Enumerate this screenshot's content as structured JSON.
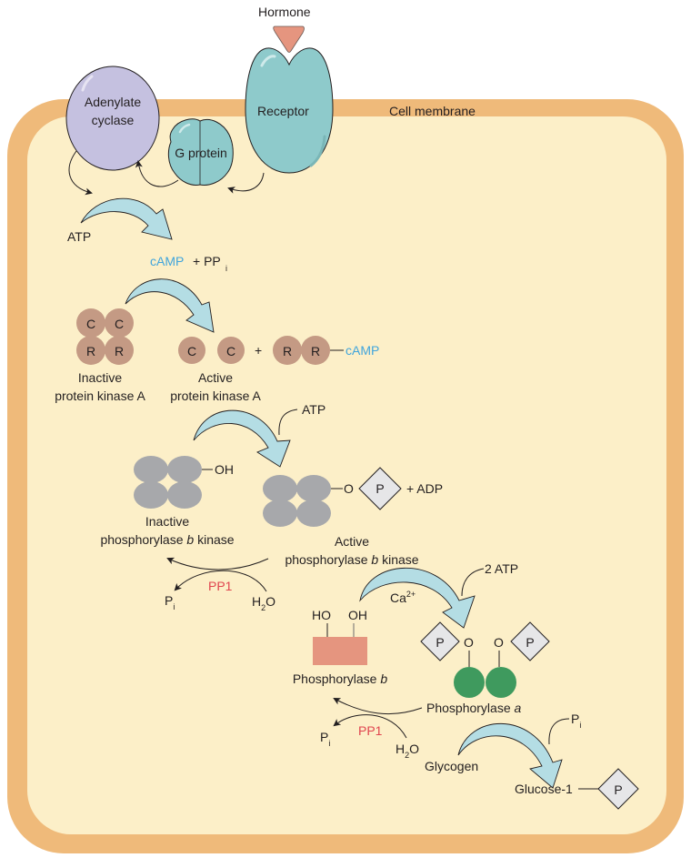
{
  "title": "Hormone-triggered glycogen breakdown signaling cascade",
  "colors": {
    "membrane": "#efba7a",
    "cytoplasm": "#fcefc8",
    "adenylate_cyclase": "#c5c1e0",
    "receptor": "#8ecacb",
    "hormone": "#e5957f",
    "pka_subunit": "#c49a84",
    "kinase_subunit": "#a7a8ab",
    "phosphorylase_b": "#e5957f",
    "phosphorylase_a": "#3f9a5e",
    "phosphate": "#e6e6e8",
    "reaction_arrow": "#b4dde4",
    "camp_text": "#41a5dc",
    "pp1_text": "#e0454f"
  },
  "labels": {
    "hormone": "Hormone",
    "receptor": "Receptor",
    "cell_membrane": "Cell membrane",
    "adenylate_cyclase_line1": "Adenylate",
    "adenylate_cyclase_line2": "cyclase",
    "g_protein": "G protein",
    "atp_1": "ATP",
    "camp": "cAMP",
    "plus_ppi": "+ PP",
    "ppi_subscript": "i",
    "pka": {
      "catalytic": "C",
      "regulatory": "R",
      "plus": "+",
      "camp_bound": "cAMP",
      "inactive_line1": "Inactive",
      "inactive_line2": "protein kinase A",
      "active_line1": "Active",
      "active_line2": "protein kinase A"
    },
    "atp_2": "ATP",
    "inactive_kinase": {
      "group": "OH",
      "line1": "Inactive",
      "line2_pre": "phosphorylase ",
      "line2_italic": "b",
      "line2_post": " kinase"
    },
    "active_kinase": {
      "oxygen": "O",
      "phosphate": "P",
      "plus_adp": "+ ADP",
      "line1": "Active",
      "line2_pre": "phosphorylase ",
      "line2_italic": "b",
      "line2_post": " kinase"
    },
    "pp1_a": {
      "enzyme": "PP1",
      "product": "P",
      "product_sub": "i",
      "water_h": "H",
      "water_sub": "2",
      "water_o": "O"
    },
    "atp_3": "2 ATP",
    "calcium": "Ca",
    "calcium_sup": "2+",
    "phosphorylase_b": {
      "ho": "HO",
      "oh": "OH",
      "name_pre": "Phosphorylase ",
      "name_italic": "b"
    },
    "phosphorylase_a": {
      "oxygen": "O",
      "phosphate": "P",
      "name_pre": "Phosphorylase ",
      "name_italic": "a"
    },
    "pp1_b": {
      "enzyme": "PP1",
      "product": "P",
      "product_sub": "i",
      "water_h": "H",
      "water_sub": "2",
      "water_o": "O"
    },
    "glycogen": "Glycogen",
    "pi_in": "P",
    "pi_in_sub": "i",
    "glucose": "Glucose-1",
    "glucose_phosphate": "P"
  }
}
